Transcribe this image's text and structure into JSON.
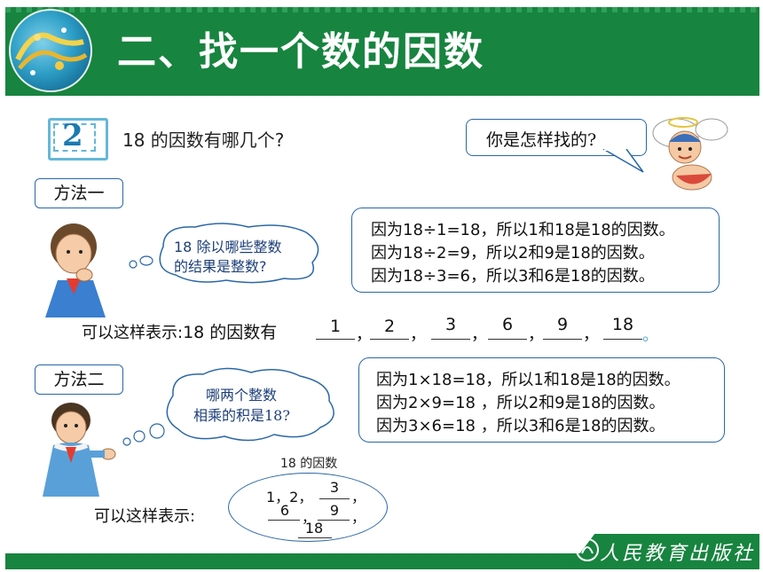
{
  "header": {
    "title": "二、找一个数的因数"
  },
  "problem": {
    "number": "2",
    "question": "18 的因数有哪几个?"
  },
  "speech": {
    "text": "你是怎样找的?"
  },
  "method1": {
    "label": "方法一",
    "thought": [
      "18 除以哪些整数",
      "的结果是整数?"
    ],
    "lines": [
      "因为18÷1=18，所以1和18是18的因数。",
      "因为18÷2=9，所以2和9是18的因数。",
      "因为18÷3=6，所以3和6是18的因数。"
    ],
    "repr_label": "可以这样表示:",
    "repr_prefix": "18 的因数有",
    "answers": [
      "1",
      "2",
      "3",
      "6",
      "9",
      "18"
    ],
    "end_mark": "。"
  },
  "method2": {
    "label": "方法二",
    "thought": [
      "哪两个整数",
      "相乘的积是18?"
    ],
    "lines": [
      "因为1×18=18，所以1和18是18的因数。",
      "因为2×9=18 ，所以2和9是18的因数。",
      "因为3×6=18 ，所以3和6是18的因数。"
    ],
    "repr_label": "可以这样表示:",
    "set_title": "18 的因数",
    "set_given": "1，2，",
    "set_answers": [
      "3",
      "6",
      "9",
      "18"
    ]
  },
  "footer": {
    "publisher": "人民教育出版社"
  },
  "colors": {
    "header_green": "#17843f",
    "border_blue": "#2a67a6",
    "box_blue": "#64b7da"
  }
}
